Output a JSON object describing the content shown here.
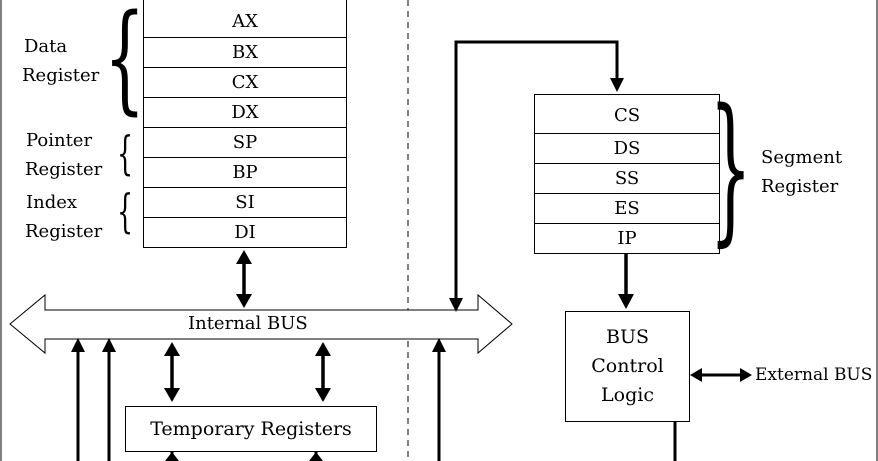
{
  "left_group_labels": {
    "data_register": [
      "Data",
      "Register"
    ],
    "pointer_register": [
      "Pointer",
      "Register"
    ],
    "index_register": [
      "Index",
      "Register"
    ]
  },
  "general_registers": [
    "AX",
    "BX",
    "CX",
    "DX",
    "SP",
    "BP",
    "SI",
    "DI"
  ],
  "segment_registers": [
    "CS",
    "DS",
    "SS",
    "ES",
    "IP"
  ],
  "segment_label": [
    "Segment",
    "Register"
  ],
  "internal_bus_label": "Internal BUS",
  "temporary_registers_label": "Temporary Registers",
  "bus_control_logic": [
    "BUS",
    "Control",
    "Logic"
  ],
  "external_bus_label": "External BUS"
}
